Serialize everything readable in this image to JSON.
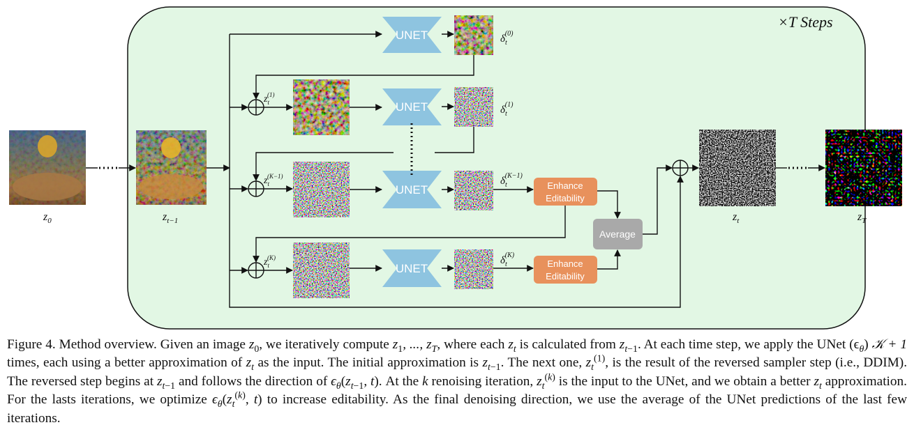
{
  "diagram": {
    "steps_label": "×T Steps",
    "unet_label": "UNET",
    "enhance_line1": "Enhance",
    "enhance_line2": "Editability",
    "average_label": "Average",
    "z0": {
      "main": "z",
      "sub": "0"
    },
    "zprev": {
      "main": "z",
      "sub": "t−1"
    },
    "zt": {
      "main": "z",
      "sub": "t"
    },
    "zT": {
      "main": "z",
      "sub": "T"
    },
    "delta0": {
      "main": "δ",
      "sub": "t",
      "sup": "(0)"
    },
    "delta1": {
      "main": "δ",
      "sub": "t",
      "sup": "(1)"
    },
    "deltaK1": {
      "main": "δ",
      "sub": "t",
      "sup": "(K−1)"
    },
    "deltaK": {
      "main": "δ",
      "sub": "t",
      "sup": "(K)"
    },
    "z1": {
      "main": "z",
      "sub": "t",
      "sup": "(1)"
    },
    "zK1": {
      "main": "z",
      "sub": "t",
      "sup": "(K−1)"
    },
    "zK": {
      "main": "z",
      "sub": "t",
      "sup": "(K)"
    },
    "colors": {
      "panel_fill": "#e2f7e4",
      "unet": "#8ec4e0",
      "enhance": "#e8915c",
      "average": "#a9a9a9"
    }
  },
  "caption": {
    "label": "Figure 4.",
    "s1": "Method overview. Given an image",
    "s2": ", we iteratively compute",
    "s3": ", where each",
    "s4": "is calculated from",
    "s5": ". At each time step, we apply the UNet",
    "s6": "times, each using a better approximation of",
    "s7": "as the input. The initial approximation is",
    "s8": ". The next one,",
    "s9": ", is the result of the reversed sampler step (i.e., DDIM). The reversed step begins at",
    "s10": "and follows the direction of",
    "s11": ". At the",
    "s12": "renoising iteration,",
    "s13": "is the input to the UNet, and we obtain a better",
    "s14": "approximation. For the lasts iterations, we optimize",
    "s15": "to increase editability. As the final denoising direction, we use the average of the UNet predictions of the last few iterations.",
    "m_z0": "z",
    "m_z1T_a": "z",
    "m_z1T_b": ", ..., z",
    "m_zt": "z",
    "m_ztm1": "z",
    "m_eps": "(ϵ",
    "m_K": "𝒦 + 1",
    "m_k": "k",
    "m_eps_fn": "ϵ",
    "m_fn_args": "(z",
    "m_fn_tail": ", t)"
  }
}
